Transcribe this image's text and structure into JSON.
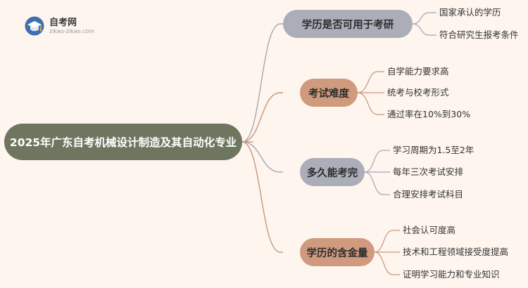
{
  "logo": {
    "name": "自考网",
    "url": "zikao-zikao.com"
  },
  "root": {
    "label": "2025年广东自考机械设计制造及其自动化专业"
  },
  "branches": [
    {
      "label": "学历是否可用于考研",
      "color": "#abaeb9",
      "leaves": [
        "国家承认的学历",
        "符合研究生报考条件"
      ]
    },
    {
      "label": "考试难度",
      "color": "#cf9a7d",
      "leaves": [
        "自学能力要求高",
        "统考与校考形式",
        "通过率在10%到30%"
      ]
    },
    {
      "label": "多久能考完",
      "color": "#abaeb9",
      "leaves": [
        "学习周期为1.5至2年",
        "每年三次考试安排",
        "合理安排考试科目"
      ]
    },
    {
      "label": "学历的含金量",
      "color": "#cf9a7d",
      "leaves": [
        "社会认可度高",
        "技术和工程领域接受度提高",
        "证明学习能力和专业知识"
      ]
    }
  ],
  "colors": {
    "background": "#fdf5ee",
    "root_fill": "#6f7660",
    "connector_gray": "#a5a8b4",
    "connector_tan": "#c9977b"
  }
}
